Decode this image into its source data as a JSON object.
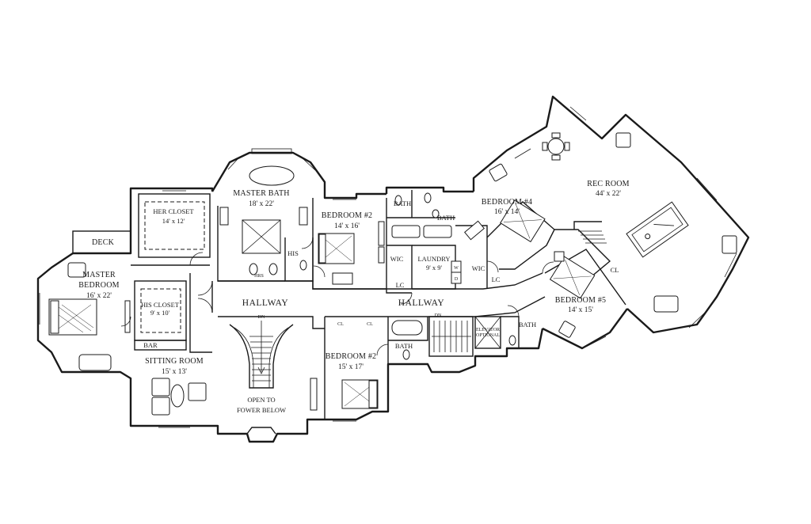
{
  "rooms": {
    "deck": "DECK",
    "master_bedroom": {
      "name_1": "MASTER",
      "name_2": "BEDROOM",
      "size": "16' x 22'"
    },
    "her_closet": {
      "name": "HER CLOSET",
      "size": "14' x 12'"
    },
    "his_closet": {
      "name": "HIS CLOSET",
      "size": "9' x 10'"
    },
    "bar": "BAR",
    "sitting_room": {
      "name": "SITTING ROOM",
      "size": "15' x 13'"
    },
    "master_bath": {
      "name": "MASTER BATH",
      "size": "18' x 22'"
    },
    "his": "HIS",
    "hers": "HRS",
    "hallway_left": "HALLWAY",
    "hallway_right": "HALLWAY",
    "stair_dn_left": "DN",
    "stair_dn_right": "DN",
    "open_to_below": {
      "line_1": "OPEN TO",
      "line_2": "FOWER BELOW"
    },
    "bedroom_upper": {
      "name": "BEDROOM #2",
      "size": "14' x 16'"
    },
    "bath_a": "BATH",
    "bath_b": "BATH",
    "wic_a": "WIC",
    "lc_a": "LC",
    "laundry": {
      "name": "LAUNDRY",
      "size": "9' x 9'"
    },
    "washer": "W",
    "dryer": "D",
    "wic_b": "WIC",
    "lc_b": "LC",
    "bedroom_4": {
      "name": "BEDROOM #4",
      "size": "16' x 14'"
    },
    "rec_room": {
      "name": "REC ROOM",
      "size": "44' x 22'"
    },
    "bedroom_5": {
      "name": "BEDROOM #5",
      "size": "14' x 15'"
    },
    "cl_5": "CL",
    "bath_5": "BATH",
    "elevator": {
      "line_1": "ELEVATOR",
      "line_2": "OPTIONAL"
    },
    "bedroom_lower": {
      "name": "BEDROOM #2",
      "size": "15' x 17'"
    },
    "bath_lower": "BATH",
    "cl_lower_1": "CL",
    "cl_lower_2": "CL"
  }
}
